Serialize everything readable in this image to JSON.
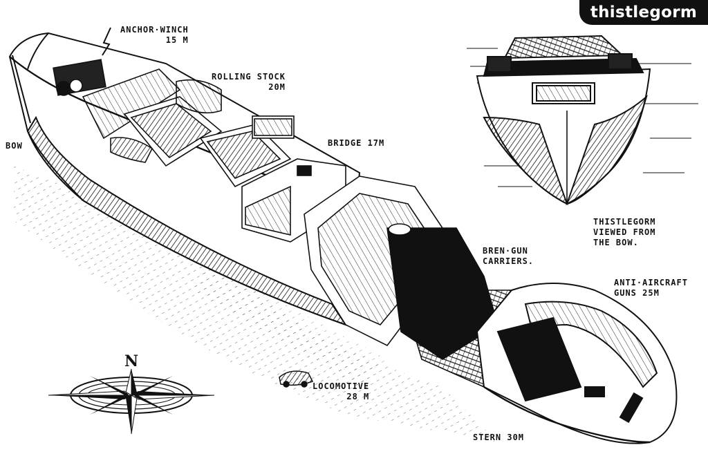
{
  "title": "thistlegorm",
  "labels": {
    "anchor_winch": {
      "line1": "ANCHOR·WINCH",
      "line2": "15 M"
    },
    "rolling_stock": {
      "line1": "ROLLING STOCK",
      "line2": "20M"
    },
    "bow": "BOW",
    "bridge": "BRIDGE 17M",
    "viewed_from_bow": {
      "line1": "THISTLEGORM",
      "line2": "VIEWED FROM",
      "line3": "THE BOW."
    },
    "bren_gun": {
      "line1": "BREN·GUN",
      "line2": "CARRIERS."
    },
    "anti_aircraft": {
      "line1": "ANTI·AIRCRAFT",
      "line2": "GUNS 25M"
    },
    "locomotive": {
      "line1": "LOCOMOTIVE",
      "line2": "28 M"
    },
    "stern": "STERN 30M"
  },
  "compass": {
    "north_label": "N"
  },
  "colors": {
    "ink": "#111111",
    "paper": "#ffffff",
    "tab": "#111111"
  }
}
